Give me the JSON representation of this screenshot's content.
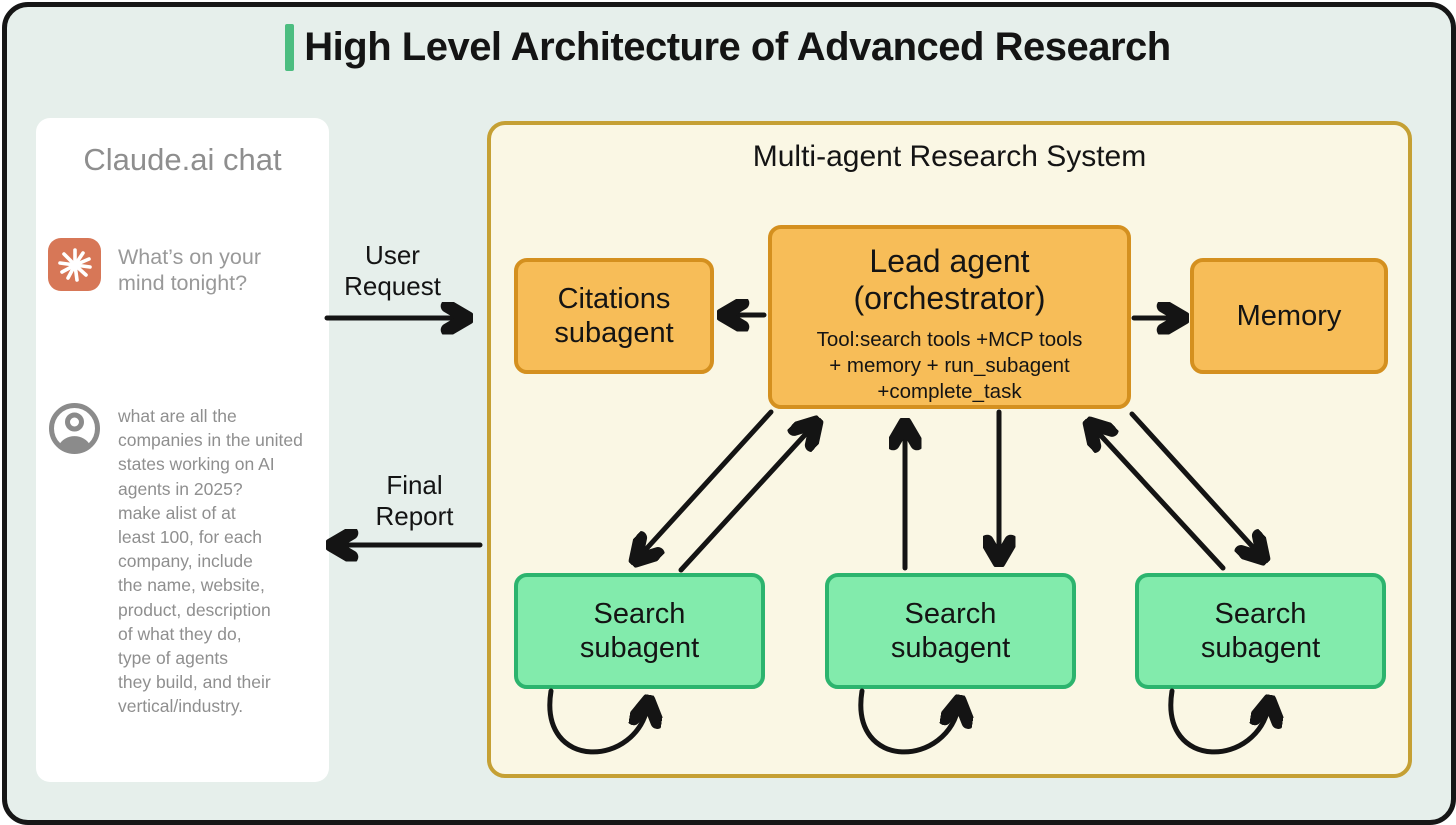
{
  "title": {
    "text": "High Level Architecture of Advanced Research",
    "accent_color": "#4cbd80"
  },
  "chat_panel": {
    "header": "Claude.ai chat",
    "claude_icon": "claude-starburst-icon",
    "prompt": "What’s on your\nmind tonight?",
    "user_icon": "user-avatar-icon",
    "question": "what are all the\ncompanies in the united\nstates working on AI\nagents in 2025?\nmake alist of at\nleast 100, for each\ncompany, include\nthe name, website,\nproduct, description\nof what they do,\ntype of agents\nthey build, and their\nvertical/industry."
  },
  "flow": {
    "user_request_label": "User\nRequest",
    "final_report_label": "Final\nReport"
  },
  "system_panel": {
    "title": "Multi-agent Research System",
    "lead_agent": {
      "title": "Lead agent\n(orchestrator)",
      "tools": "Tool:search tools +MCP tools\n+ memory + run_subagent\n+complete_task"
    },
    "citations_subagent": {
      "label": "Citations\nsubagent"
    },
    "memory": {
      "label": "Memory"
    },
    "search_subagents": [
      {
        "label": "Search\nsubagent"
      },
      {
        "label": "Search\nsubagent"
      },
      {
        "label": "Search\nsubagent"
      }
    ]
  },
  "colors": {
    "frame_background": "#e6efeb",
    "frame_border": "#161616",
    "panel_background": "#faf7e4",
    "panel_border": "#c5a034",
    "agent_fill": "#f7bd58",
    "agent_border": "#d4901f",
    "search_fill": "#82ebac",
    "search_border": "#2cb46e",
    "claude_brand": "#d77757",
    "title_accent": "#4cbd80",
    "arrow": "#141414"
  }
}
